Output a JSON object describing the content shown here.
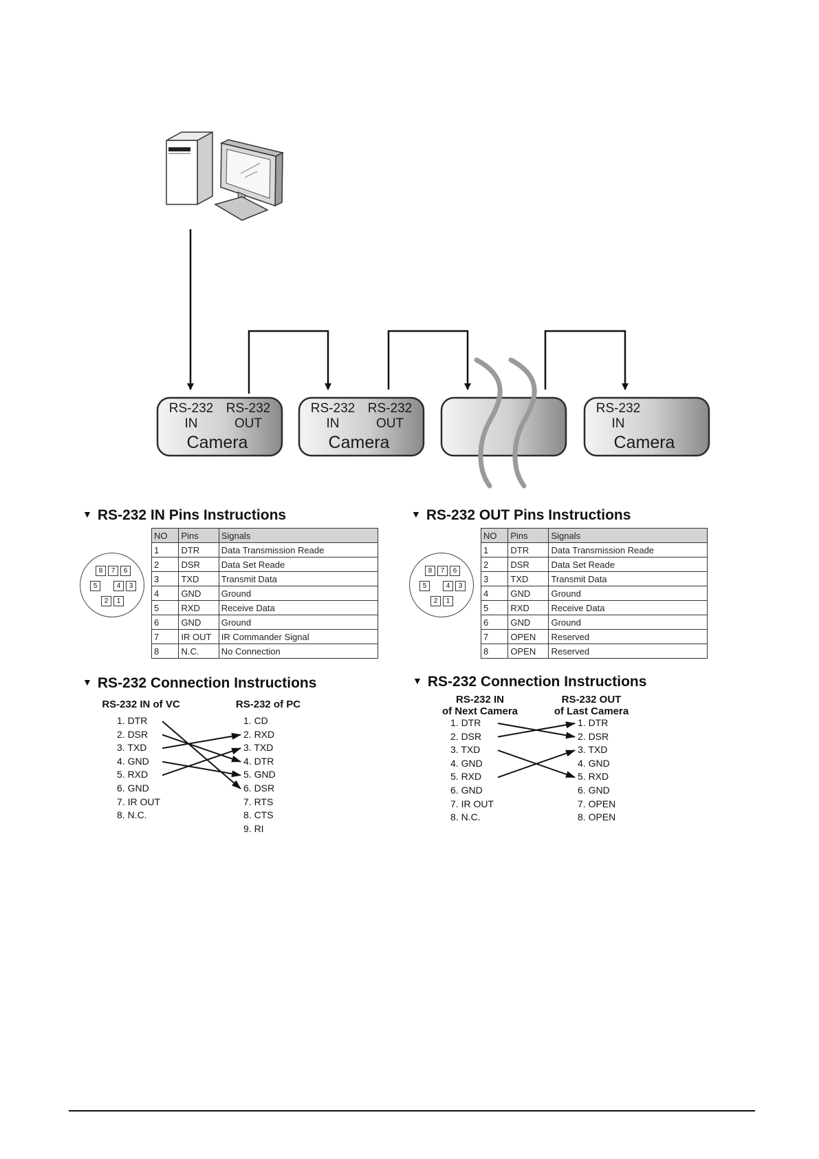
{
  "cameras": [
    {
      "in_label": [
        "RS-232",
        "IN"
      ],
      "out_label": [
        "RS-232",
        "OUT"
      ],
      "name": "Camera"
    },
    {
      "in_label": [
        "RS-232",
        "IN"
      ],
      "out_label": [
        "RS-232",
        "OUT"
      ],
      "name": "Camera"
    },
    {
      "in_label": [
        "",
        ""
      ],
      "out_label": [
        "",
        ""
      ],
      "name": ""
    },
    {
      "in_label": [
        "RS-232",
        "IN"
      ],
      "out_label": [
        "",
        ""
      ],
      "name": "Camera"
    }
  ],
  "icons": {
    "computer": "desktop-computer-icon",
    "break": "wavy-break-icon",
    "section_marker": "down-triangle-icon"
  },
  "in_pins": {
    "title": "RS-232 IN Pins Instructions",
    "headers": [
      "NO",
      "Pins",
      "Signals"
    ],
    "rows": [
      [
        "1",
        "DTR",
        "Data Transmission Reade"
      ],
      [
        "2",
        "DSR",
        "Data Set Reade"
      ],
      [
        "3",
        "TXD",
        "Transmit Data"
      ],
      [
        "4",
        "GND",
        "Ground"
      ],
      [
        "5",
        "RXD",
        "Receive Data"
      ],
      [
        "6",
        "GND",
        "Ground"
      ],
      [
        "7",
        "IR OUT",
        "IR Commander Signal"
      ],
      [
        "8",
        "N.C.",
        "No Connection"
      ]
    ]
  },
  "out_pins": {
    "title": "RS-232 OUT Pins Instructions",
    "headers": [
      "NO",
      "Pins",
      "Signals"
    ],
    "rows": [
      [
        "1",
        "DTR",
        "Data Transmission Reade"
      ],
      [
        "2",
        "DSR",
        "Data Set Reade"
      ],
      [
        "3",
        "TXD",
        "Transmit Data"
      ],
      [
        "4",
        "GND",
        "Ground"
      ],
      [
        "5",
        "RXD",
        "Receive Data"
      ],
      [
        "6",
        "GND",
        "Ground"
      ],
      [
        "7",
        "OPEN",
        "Reserved"
      ],
      [
        "8",
        "OPEN",
        "Reserved"
      ]
    ]
  },
  "connector_pins": [
    "8",
    "7",
    "6",
    "5",
    "4",
    "3",
    "2",
    "1"
  ],
  "conn_left": {
    "title": "RS-232 Connection Instructions",
    "left_head": "RS-232 IN of VC",
    "right_head": "RS-232 of PC",
    "left": [
      "1. DTR",
      "2. DSR",
      "3. TXD",
      "4. GND",
      "5. RXD",
      "6. GND",
      "7. IR OUT",
      "8. N.C."
    ],
    "right": [
      "1. CD",
      "2. RXD",
      "3. TXD",
      "4. DTR",
      "5. GND",
      "6. DSR",
      "7. RTS",
      "8. CTS",
      "9. RI"
    ],
    "links": [
      [
        1,
        6
      ],
      [
        2,
        4
      ],
      [
        3,
        2
      ],
      [
        4,
        5
      ],
      [
        5,
        3
      ]
    ]
  },
  "conn_right": {
    "title": "RS-232 Connection Instructions",
    "left_head": [
      "RS-232 IN",
      "of Next Camera"
    ],
    "right_head": [
      "RS-232 OUT",
      "of Last Camera"
    ],
    "left": [
      "1. DTR",
      "2. DSR",
      "3. TXD",
      "4. GND",
      "5. RXD",
      "6. GND",
      "7. IR OUT",
      "8. N.C."
    ],
    "right": [
      "1. DTR",
      "2. DSR",
      "3. TXD",
      "4. GND",
      "5. RXD",
      "6. GND",
      "7. OPEN",
      "8. OPEN"
    ],
    "links": [
      [
        1,
        2
      ],
      [
        2,
        1
      ],
      [
        3,
        5
      ],
      [
        5,
        3
      ]
    ]
  }
}
